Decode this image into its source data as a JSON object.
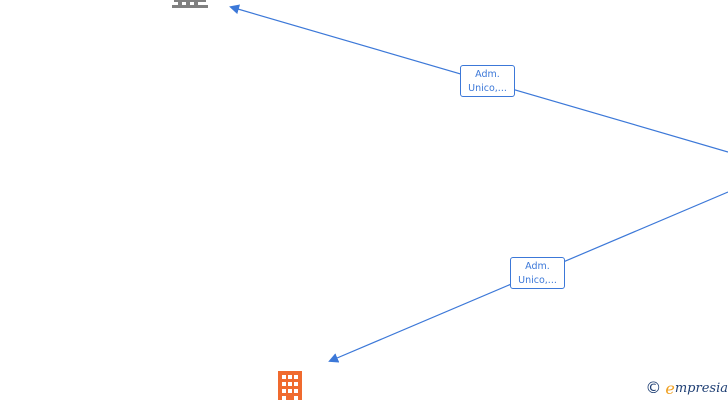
{
  "diagram": {
    "edges": [
      {
        "label_line1": "Adm.",
        "label_line2": "Unico,..."
      },
      {
        "label_line1": "Adm.",
        "label_line2": "Unico,..."
      }
    ],
    "nodes": [
      {
        "icon": "institution-icon",
        "color": "#808080"
      },
      {
        "icon": "company-building-icon",
        "color": "#f06a2e"
      }
    ],
    "edge_color": "#3c78d8"
  },
  "watermark": {
    "copyright_symbol": "©",
    "brand_initial": "e",
    "brand_rest": "mpresia"
  }
}
